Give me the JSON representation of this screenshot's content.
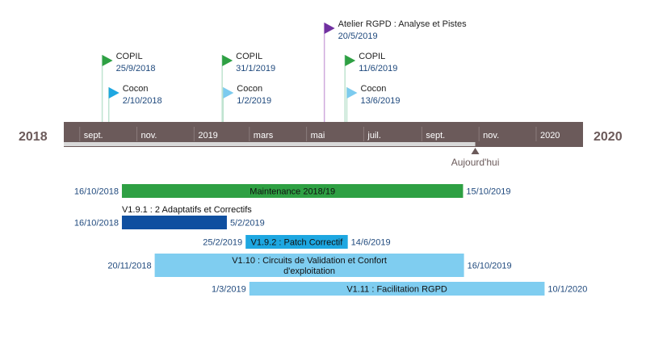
{
  "chart_data": {
    "type": "gantt",
    "start_year_label": "2018",
    "end_year_label": "2020",
    "axis_start": "2018-08-15",
    "axis_end": "2020-02-20",
    "ticks": [
      {
        "label": "sept.",
        "date": "2018-09-01"
      },
      {
        "label": "nov.",
        "date": "2018-11-01"
      },
      {
        "label": "2019",
        "date": "2019-01-01"
      },
      {
        "label": "mars",
        "date": "2019-03-01"
      },
      {
        "label": "mai",
        "date": "2019-05-01"
      },
      {
        "label": "juil.",
        "date": "2019-07-01"
      },
      {
        "label": "sept.",
        "date": "2019-09-01"
      },
      {
        "label": "nov.",
        "date": "2019-11-01"
      },
      {
        "label": "2020",
        "date": "2020-01-01"
      }
    ],
    "today": {
      "label": "Aujourd'hui",
      "date": "2019-10-28"
    },
    "milestones": [
      {
        "title": "COPIL",
        "date_label": "25/9/2018",
        "date": "2018-09-25",
        "color": "#2ea043",
        "level": 2
      },
      {
        "title": "Cocon",
        "date_label": "2/10/2018",
        "date": "2018-10-02",
        "color": "#1ea7e1",
        "level": 1
      },
      {
        "title": "COPIL",
        "date_label": "31/1/2019",
        "date": "2019-01-31",
        "color": "#2ea043",
        "level": 2
      },
      {
        "title": "Cocon",
        "date_label": "1/2/2019",
        "date": "2019-02-01",
        "color": "#7ccbef",
        "level": 1
      },
      {
        "title": "Atelier RGPD : Analyse et Pistes",
        "date_label": "20/5/2019",
        "date": "2019-05-20",
        "color": "#7030a0",
        "level": 3
      },
      {
        "title": "COPIL",
        "date_label": "11/6/2019",
        "date": "2019-06-11",
        "color": "#2ea043",
        "level": 2
      },
      {
        "title": "Cocon",
        "date_label": "13/6/2019",
        "date": "2019-06-13",
        "color": "#7ccbef",
        "level": 1
      }
    ],
    "tasks": [
      {
        "title": "Maintenance 2018/19",
        "start_label": "16/10/2018",
        "end_label": "15/10/2019",
        "start": "2018-10-16",
        "end": "2019-10-15",
        "color": "#2ea043",
        "label_pos": "inside",
        "lines": [
          "Maintenance 2018/19"
        ]
      },
      {
        "title": "V1.9.1 : 2 Adaptatifs et Correctifs",
        "start_label": "16/10/2018",
        "end_label": "5/2/2019",
        "start": "2018-10-16",
        "end": "2019-02-05",
        "color": "#0f4fa0",
        "label_pos": "above",
        "lines": [
          "V1.9.1 : 2 Adaptatifs et Correctifs"
        ]
      },
      {
        "title": "V1.9.2 : Patch Correctif",
        "start_label": "25/2/2019",
        "end_label": "14/6/2019",
        "start": "2019-02-25",
        "end": "2019-06-14",
        "color": "#1ea7e1",
        "label_pos": "inside",
        "lines": [
          "V1.9.2 : Patch Correctif"
        ]
      },
      {
        "title": "V1.10 : Circuits de Validation et Confort d'exploitation",
        "start_label": "20/11/2018",
        "end_label": "16/10/2019",
        "start": "2018-11-20",
        "end": "2019-10-16",
        "color": "#7fcdf0",
        "label_pos": "inside",
        "lines": [
          "V1.10 : Circuits de Validation et Confort",
          "d'exploitation"
        ]
      },
      {
        "title": "V1.11 : Facilitation RGPD",
        "start_label": "1/3/2019",
        "end_label": "10/1/2020",
        "start": "2019-03-01",
        "end": "2020-01-10",
        "color": "#7fcdf0",
        "label_pos": "inside",
        "lines": [
          "V1.11 : Facilitation RGPD"
        ]
      }
    ],
    "colors": {
      "band": "#6b5a5a",
      "progress": "#d9d9d9",
      "year_text": "#6b5a5a",
      "date_text": "#1f497d",
      "stem": "#bfe3d0"
    }
  }
}
